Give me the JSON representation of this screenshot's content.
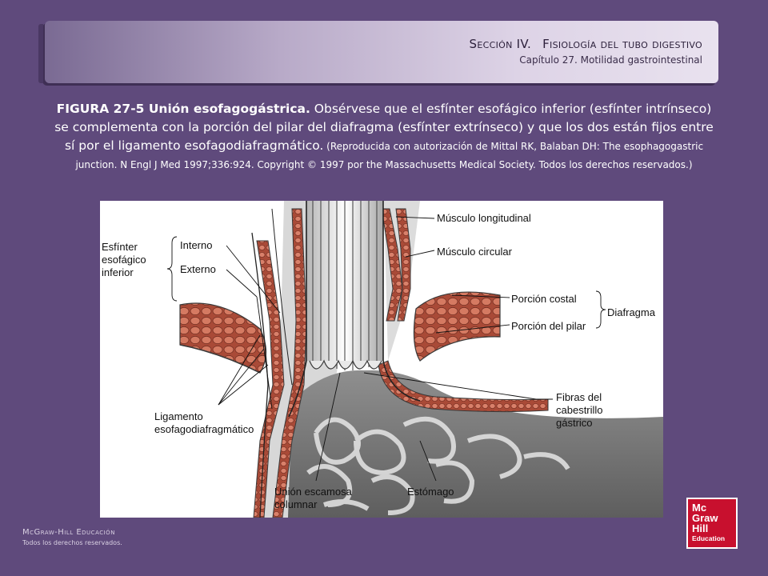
{
  "header": {
    "section_label": "Sección IV.",
    "section_title": "Fisiología del tubo digestivo",
    "chapter": "Capítulo 27.  Motilidad gastrointestinal"
  },
  "caption": {
    "lead": "FIGURA 27-5 Unión esofagogástrica.",
    "body": " Obsérvese que el esfínter esofágico inferior (esfínter intrínseco) se complementa con la porción del pilar del diafragma (esfínter extrínseco) y que los dos están fijos entre sí por el ligamento esofagodiafragmático.",
    "credit": " (Reproducida con autorización de Mittal RK, Balaban DH: The esophagogastric junction. N Engl J Med 1997;336:924. Copyright © 1997 por the Massachusetts Medical Society. Todos los derechos reservados.)"
  },
  "figure": {
    "labels": {
      "esfinter": "Esfínter\nesofágico\ninferior",
      "interno": "Interno",
      "externo": "Externo",
      "ligamento": "Ligamento\nesofagodiafragmático",
      "union": "Unión escamosa\ncolumnar",
      "estomago": "Estómago",
      "musculo_longitudinal": "Músculo longitudinal",
      "musculo_circular": "Músculo circular",
      "porcion_costal": "Porción costal",
      "porcion_pilar": "Porción del pilar",
      "diafragma": "Diafragma",
      "fibras": "Fibras del\ncabestrillo\ngástrico"
    }
  },
  "footer": {
    "brand": "McGraw-Hill Educación",
    "rights": "Todos los derechos reservados."
  },
  "logo": {
    "line1": "Mc",
    "line2": "Graw",
    "line3": "Hill",
    "line4": "Education"
  },
  "colors": {
    "background": "#5f4a7c",
    "muscle": "#b5523f",
    "logo_red": "#c8102e"
  }
}
